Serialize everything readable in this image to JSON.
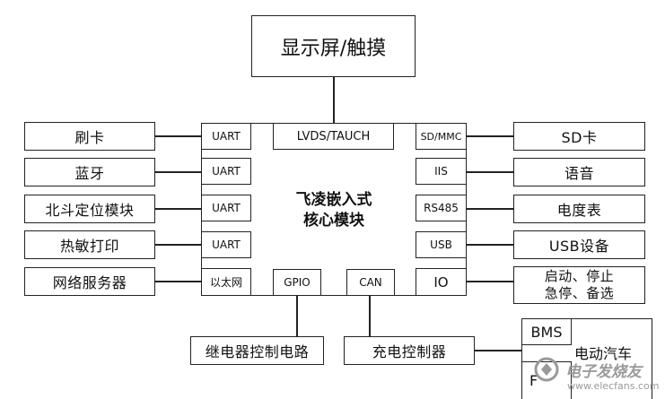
{
  "display": "显示屏/触摸",
  "core": {
    "line1": "飞凌嵌入式",
    "line2": "核心模块"
  },
  "core_ports": {
    "top": "LVDS/TAUCH",
    "left": [
      "UART",
      "UART",
      "UART",
      "UART",
      "以太网"
    ],
    "right": [
      "SD/MMC",
      "IIS",
      "RS485",
      "USB",
      "IO"
    ],
    "bottom": [
      "GPIO",
      "CAN"
    ]
  },
  "left_devices": [
    "刷卡",
    "蓝牙",
    "北斗定位模块",
    "热敏打印",
    "网络服务器"
  ],
  "right_devices": [
    "SD卡",
    "语音",
    "电度表",
    "USB设备",
    "启动、停止\n急停、备选"
  ],
  "bottom_devices": {
    "relay": "继电器控制电路",
    "charger": "充电控制器"
  },
  "vehicle": {
    "label": "电动汽车",
    "bms": "BMS",
    "partial": "F"
  },
  "watermark": {
    "site_name": "电子发烧友",
    "url": "www.elecfans.com"
  }
}
